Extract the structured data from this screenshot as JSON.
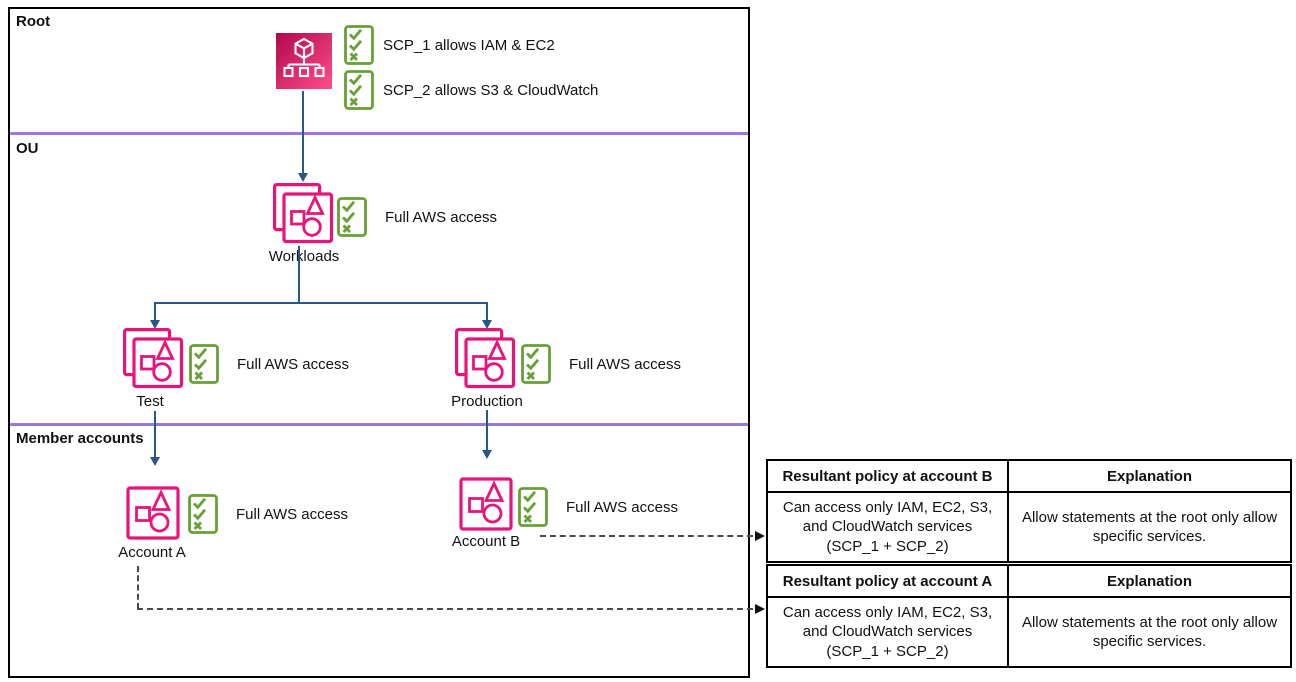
{
  "sections": {
    "root": "Root",
    "ou": "OU",
    "member": "Member accounts"
  },
  "root_policies": [
    {
      "label": "SCP_1 allows IAM & EC2"
    },
    {
      "label": "SCP_2 allows S3 & CloudWatch"
    }
  ],
  "nodes": {
    "workloads": {
      "caption": "Workloads",
      "policy": "Full AWS access"
    },
    "test": {
      "caption": "Test",
      "policy": "Full AWS access"
    },
    "production": {
      "caption": "Production",
      "policy": "Full AWS access"
    },
    "account_a": {
      "caption": "Account A",
      "policy": "Full AWS access"
    },
    "account_b": {
      "caption": "Account B",
      "policy": "Full AWS access"
    }
  },
  "tables": [
    {
      "headers": [
        "Resultant policy at account B",
        "Explanation"
      ],
      "rows": [
        [
          "Can access only IAM, EC2, S3, and CloudWatch services (SCP_1 + SCP_2)",
          "Allow statements at the root only allow specific services."
        ]
      ]
    },
    {
      "headers": [
        "Resultant policy at account A",
        "Explanation"
      ],
      "rows": [
        [
          "Can access only IAM, EC2, S3, and CloudWatch services (SCP_1 + SCP_2)",
          "Allow statements at the root only allow specific services."
        ]
      ]
    }
  ],
  "icons": {
    "organizations_root": "aws-organizations-icon",
    "organizational_unit": "organizational-unit-icon",
    "account": "aws-account-icon",
    "scp": "service-control-policy-icon"
  },
  "colors": {
    "pink": "#E7157B",
    "gradient_start": "#B0084D",
    "gradient_end": "#FF4F8B",
    "green": "#67A036",
    "arrow_blue": "#2A5783",
    "separator_purple": "#9B77DB",
    "table_border": "#000000"
  }
}
